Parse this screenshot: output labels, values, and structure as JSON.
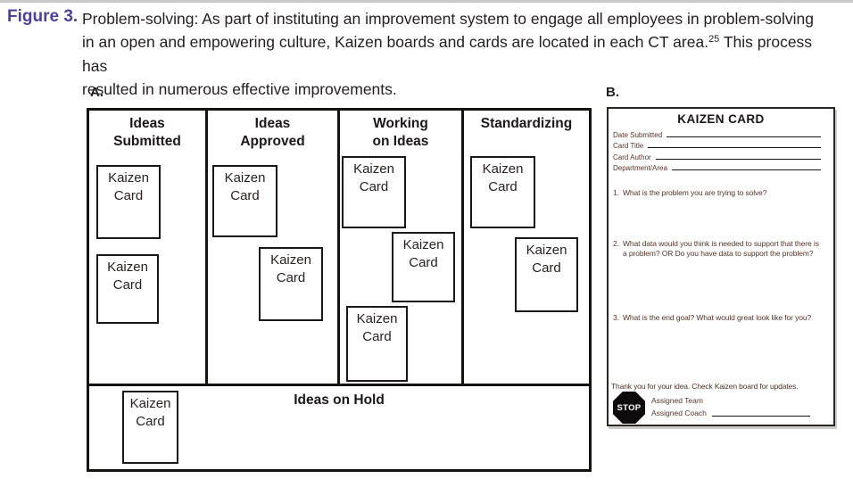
{
  "caption": {
    "label": "Figure 3.",
    "line1": "Problem-solving: As part of instituting an improvement system to engage all employees in problem-solving",
    "line2_pre": "in an open and empowering culture, Kaizen boards and cards are located in each CT area.",
    "line2_sup": "25",
    "line2_post": " This process has",
    "line3": "resulted in numerous effective improvements."
  },
  "board": {
    "label": "A.",
    "card_label": "Kaizen Card",
    "columns": [
      {
        "lines": [
          "Ideas",
          "Submitted"
        ]
      },
      {
        "lines": [
          "Ideas",
          "Approved"
        ]
      },
      {
        "lines": [
          "Working",
          "on Ideas"
        ]
      },
      {
        "lines": [
          "Standardizing"
        ]
      }
    ],
    "hold_title": "Ideas on Hold"
  },
  "form": {
    "label": "B.",
    "title": "KAIZEN CARD",
    "fields": [
      "Date Submitted",
      "Card Title",
      "Card Author",
      "Department/Area"
    ],
    "questions": [
      {
        "num": "1.",
        "text": "What is the problem you are trying to solve?"
      },
      {
        "num": "2.",
        "text": "What data would you think is needed to support that there is a  problem? OR Do you have data to support the problem?"
      },
      {
        "num": "3.",
        "text": "What is the end goal? What would great look like for you?"
      }
    ],
    "thanks": "Thank you for your idea. Check Kaizen board for updates.",
    "stop_label": "STOP",
    "assigned_team": "Assigned Team",
    "assigned_coach": "Assigned Coach"
  },
  "colors": {
    "figure_label": "#4c4399",
    "body_text": "#231f20",
    "form_text": "#553428",
    "line_black": "#161413"
  }
}
